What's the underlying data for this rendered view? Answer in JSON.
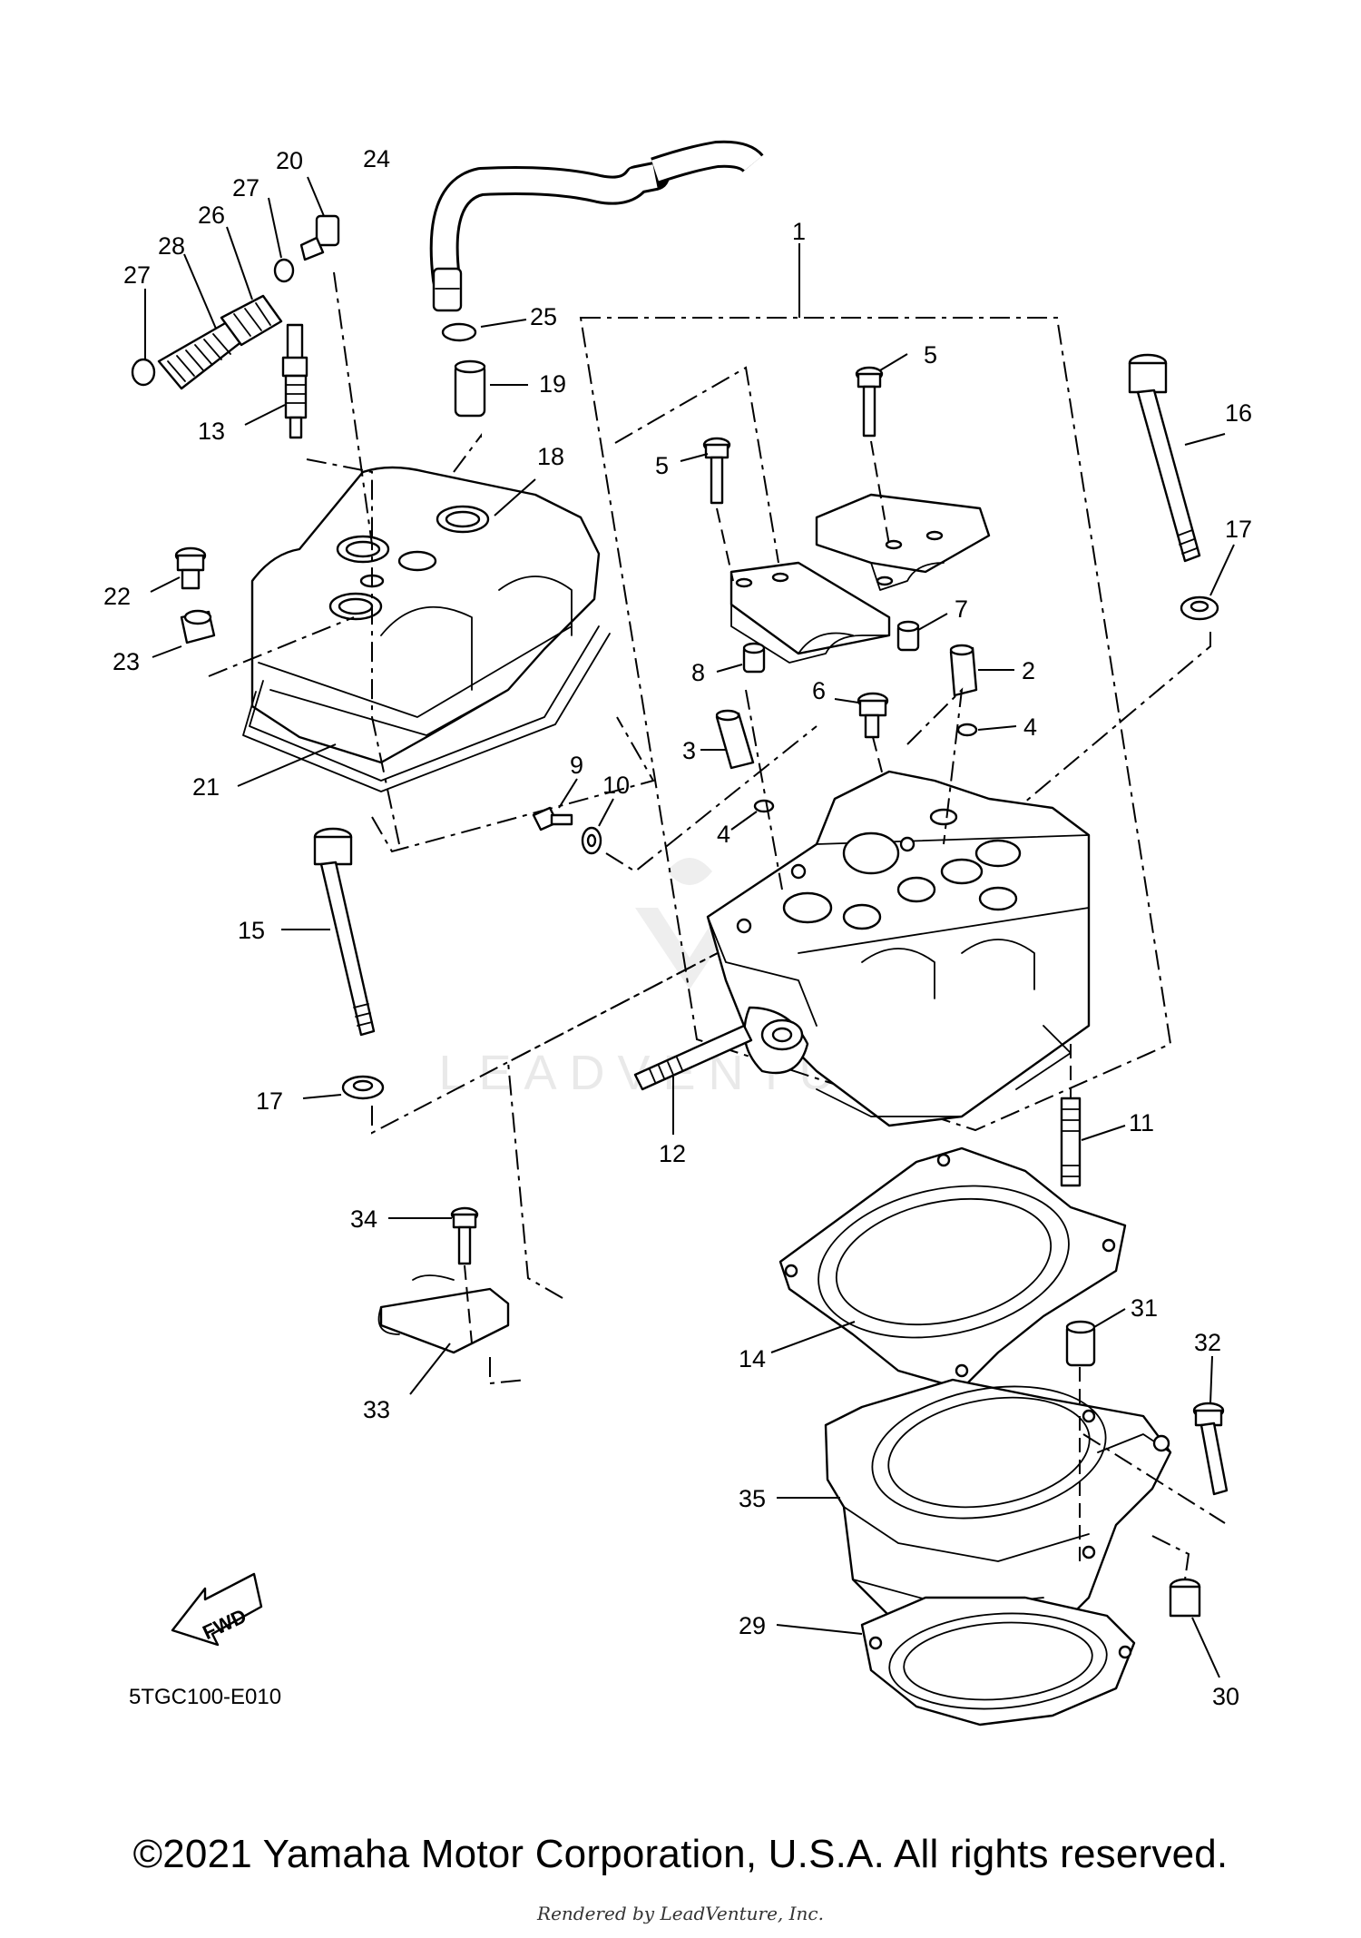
{
  "footer": {
    "copyright": "©2021 Yamaha Motor Corporation, U.S.A. All rights reserved.",
    "rendered_by": "Rendered by LeadVenture, Inc."
  },
  "diagram_code": "5TGC100-E010",
  "watermark": "LEADVENTURE",
  "fwd_label": "FWD",
  "parts": {
    "p1": "1",
    "p2": "2",
    "p3": "3",
    "p4a": "4",
    "p4b": "4",
    "p5a": "5",
    "p5b": "5",
    "p6": "6",
    "p7": "7",
    "p8": "8",
    "p9": "9",
    "p10": "10",
    "p11": "11",
    "p12": "12",
    "p13": "13",
    "p14": "14",
    "p15": "15",
    "p16": "16",
    "p17a": "17",
    "p17b": "17",
    "p18": "18",
    "p19": "19",
    "p20": "20",
    "p21": "21",
    "p22": "22",
    "p23": "23",
    "p24": "24",
    "p25": "25",
    "p26": "26",
    "p27a": "27",
    "p27b": "27",
    "p28": "28",
    "p29": "29",
    "p30": "30",
    "p31": "31",
    "p32": "32",
    "p33": "33",
    "p34": "34",
    "p35": "35"
  }
}
